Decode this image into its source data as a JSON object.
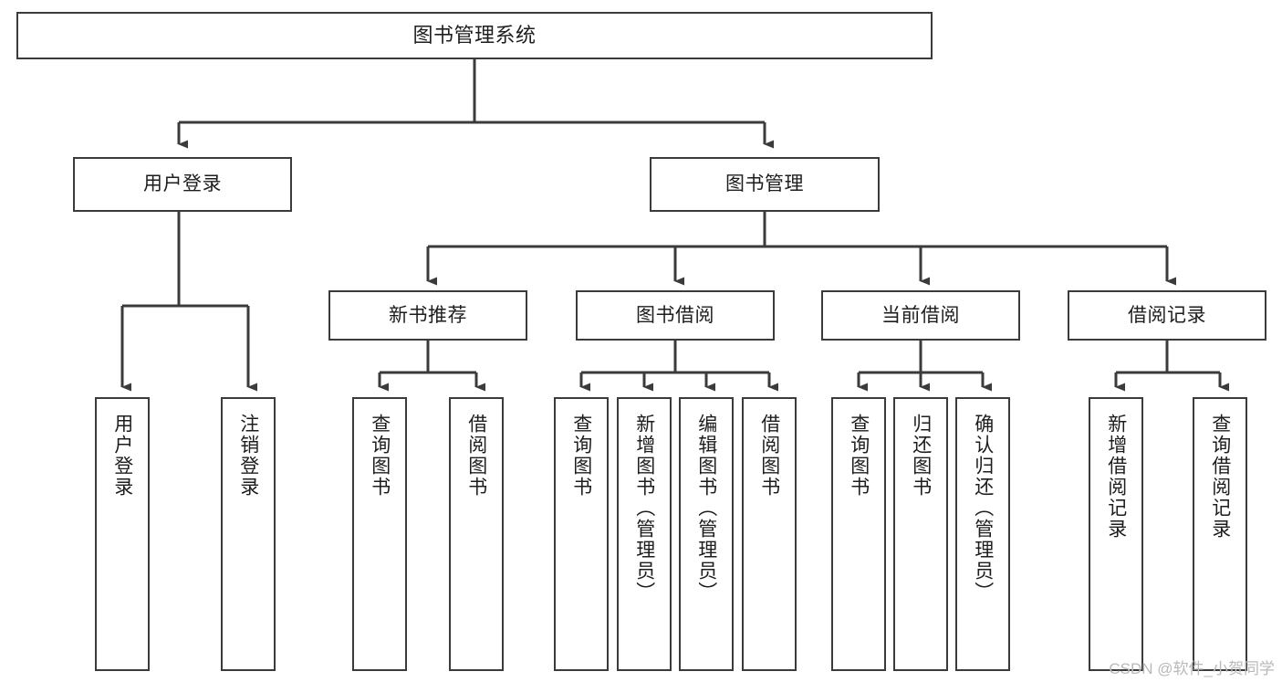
{
  "diagram": {
    "title": "图书管理系统",
    "type": "function-hierarchy-tree",
    "line_color": "#3b3b3b",
    "background_color": "#ffffff",
    "watermark": "CSDN @软件_小贺同学",
    "levels": [
      {
        "level": 1,
        "nodes": [
          {
            "id": "root",
            "label": "图书管理系统",
            "orientation": "horizontal"
          }
        ]
      },
      {
        "level": 2,
        "nodes": [
          {
            "id": "login",
            "label": "用户登录",
            "orientation": "horizontal"
          },
          {
            "id": "bookmgmt",
            "label": "图书管理",
            "orientation": "horizontal"
          }
        ]
      },
      {
        "level": 3,
        "nodes": [
          {
            "id": "newbook",
            "label": "新书推荐",
            "orientation": "horizontal"
          },
          {
            "id": "borrow",
            "label": "图书借阅",
            "orientation": "horizontal"
          },
          {
            "id": "current",
            "label": "当前借阅",
            "orientation": "horizontal"
          },
          {
            "id": "records",
            "label": "借阅记录",
            "orientation": "horizontal"
          }
        ]
      },
      {
        "level": 4,
        "nodes": [
          {
            "id": "leaf-user-login",
            "label": "用户登录",
            "orientation": "vertical",
            "parent": "login"
          },
          {
            "id": "leaf-user-logout",
            "label": "注销登录",
            "orientation": "vertical",
            "parent": "login"
          },
          {
            "id": "leaf-query-book-1",
            "label": "查询图书",
            "orientation": "vertical",
            "parent": "newbook"
          },
          {
            "id": "leaf-borrow-book-1",
            "label": "借阅图书",
            "orientation": "vertical",
            "parent": "newbook"
          },
          {
            "id": "leaf-query-book-2",
            "label": "查询图书",
            "orientation": "vertical",
            "parent": "borrow"
          },
          {
            "id": "leaf-add-book",
            "label": "新增图书（管理员）",
            "orientation": "vertical",
            "parent": "borrow"
          },
          {
            "id": "leaf-edit-book",
            "label": "编辑图书（管理员）",
            "orientation": "vertical",
            "parent": "borrow"
          },
          {
            "id": "leaf-borrow-book-2",
            "label": "借阅图书",
            "orientation": "vertical",
            "parent": "borrow"
          },
          {
            "id": "leaf-query-book-3",
            "label": "查询图书",
            "orientation": "vertical",
            "parent": "current"
          },
          {
            "id": "leaf-return-book",
            "label": "归还图书",
            "orientation": "vertical",
            "parent": "current"
          },
          {
            "id": "leaf-confirm-return",
            "label": "确认归还（管理员）",
            "orientation": "vertical",
            "parent": "current"
          },
          {
            "id": "leaf-add-record",
            "label": "新增借阅记录",
            "orientation": "vertical",
            "parent": "records"
          },
          {
            "id": "leaf-query-record",
            "label": "查询借阅记录",
            "orientation": "vertical",
            "parent": "records"
          }
        ]
      }
    ]
  }
}
